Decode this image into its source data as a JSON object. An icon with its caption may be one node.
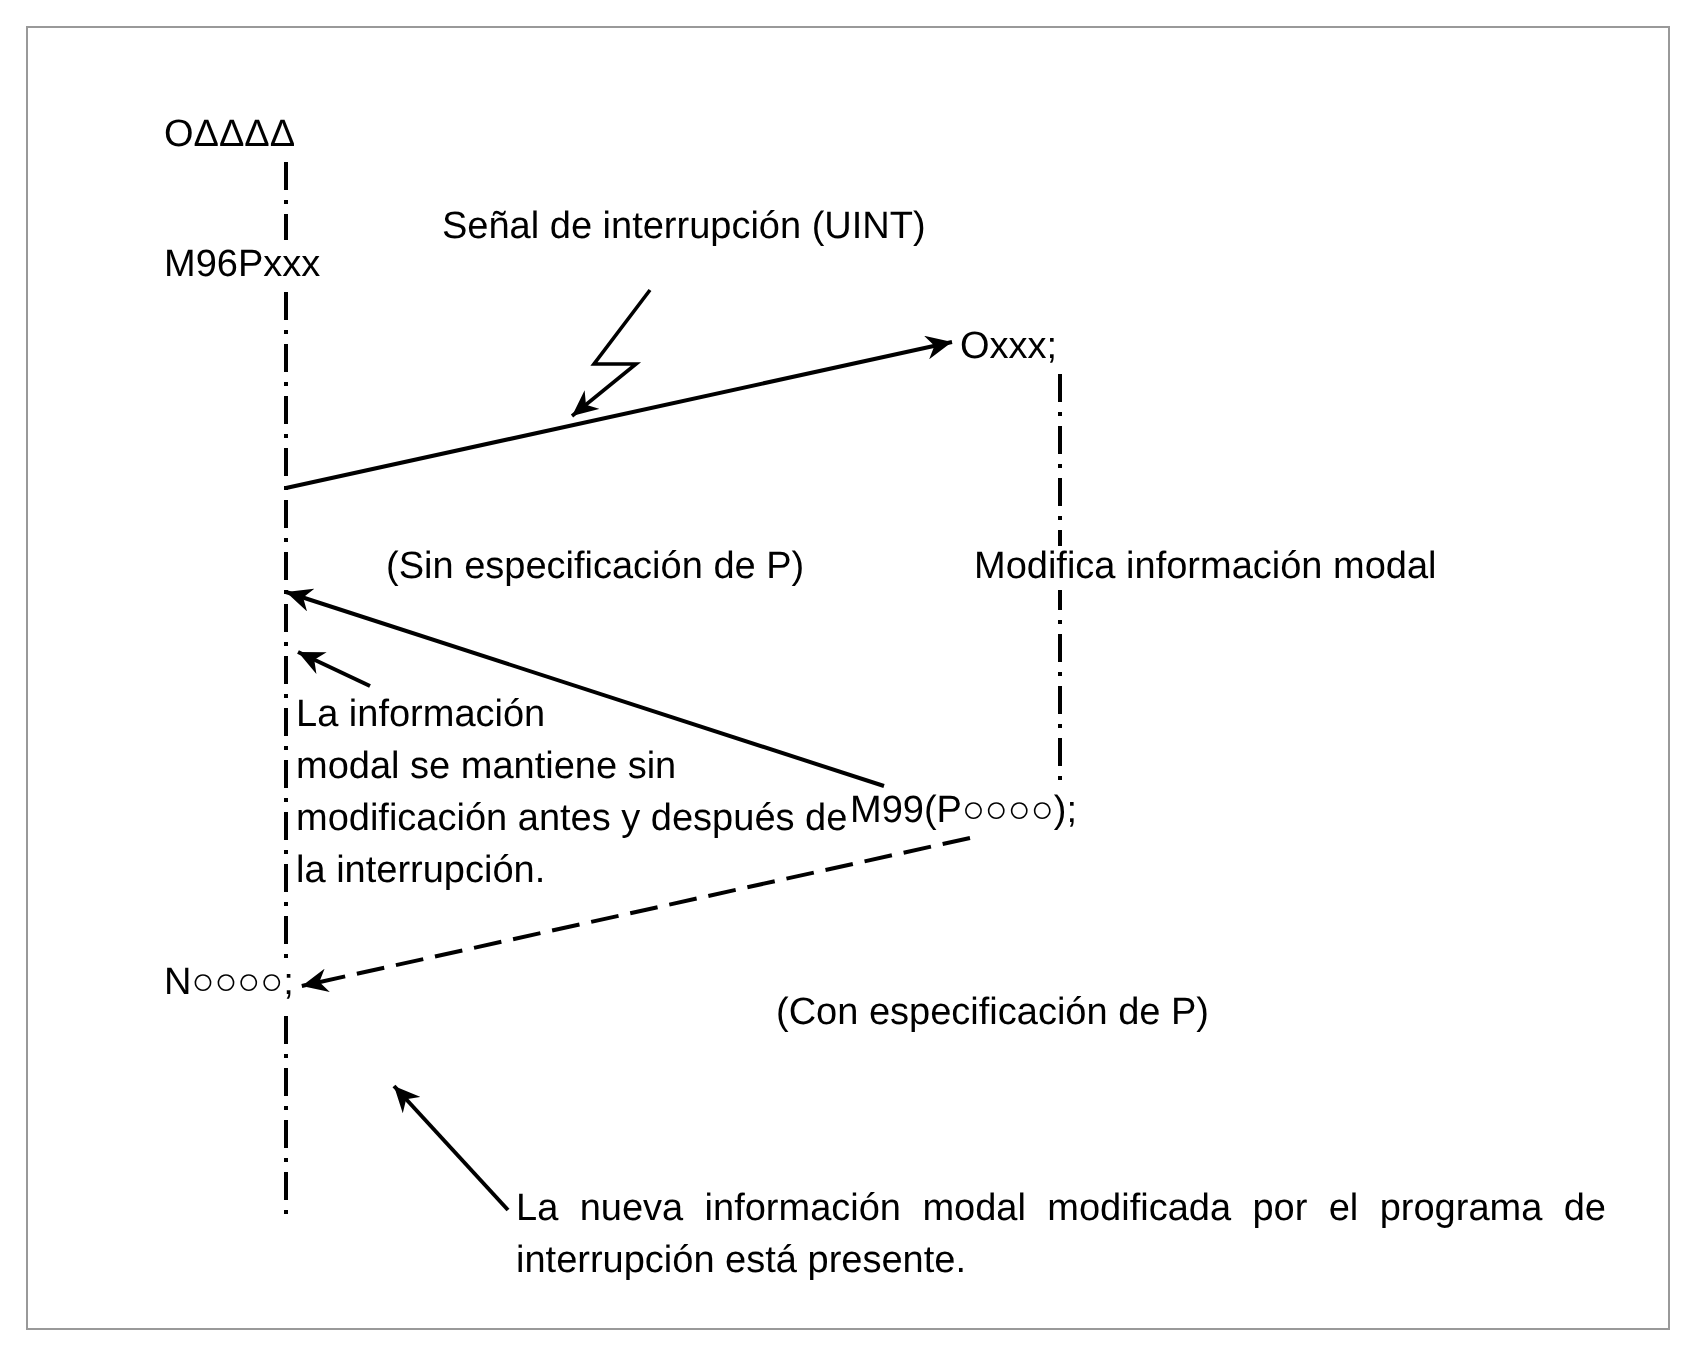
{
  "diagram": {
    "nodes": [
      {
        "text": [
          "OΔΔΔΔ"
        ]
      },
      {
        "text": [
          "M96Pxxx"
        ]
      },
      {
        "text": [
          "Oxxx;"
        ]
      },
      {
        "text": [
          "M99(P○○○○);"
        ]
      },
      {
        "text": [
          "N○○○○;"
        ]
      },
      {
        "text": [
          "La información modal se mantiene sin modificación antes y después de la interrupción."
        ]
      },
      {
        "text": [
          "La nueva información modal modificada por el programa de interrupción está presente."
        ]
      }
    ],
    "edges": [
      {
        "from": 0,
        "to": 1,
        "arrow": "none",
        "style": "dashed"
      },
      {
        "from": 1,
        "to": 4,
        "arrow": "none",
        "style": "dashed"
      },
      {
        "from": null,
        "to": 2,
        "arrow": "to",
        "label": "Señal de interrupción (UINT)"
      },
      {
        "from": 2,
        "to": 3,
        "arrow": "none",
        "style": "dashed"
      },
      {
        "from": 3,
        "to": null,
        "arrow": "to",
        "label": "(Sin especificación de P)"
      },
      {
        "from": 3,
        "to": 4,
        "arrow": "to",
        "style": "dashed",
        "label": "(Con especificación de P)"
      },
      {
        "from": 5,
        "to": null,
        "arrow": "to"
      },
      {
        "from": 6,
        "to": null,
        "arrow": "to"
      }
    ],
    "labels": [
      "Modifica información modal"
    ]
  }
}
